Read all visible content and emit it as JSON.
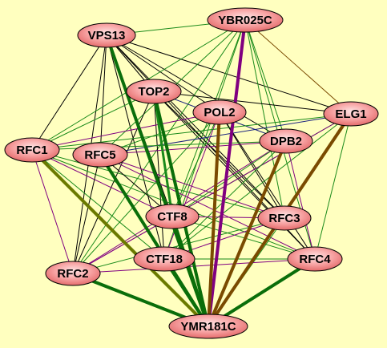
{
  "colors": {
    "background": "#ffffbf",
    "node_fill_center": "#ffe4e4",
    "node_fill_mid": "#f7a3a3",
    "node_fill_edge": "#e46b6b",
    "node_stroke": "#000000",
    "edge_black": "#000000",
    "edge_green": "#1a8a1a",
    "edge_dark_green": "#0a6e0a",
    "edge_purple": "#800080",
    "edge_navy": "#1a237e",
    "edge_brown": "#7a4a00",
    "edge_olive": "#6b7a00"
  },
  "nodes": [
    {
      "id": "VPS13",
      "label": "VPS13"
    },
    {
      "id": "YBR025C",
      "label": "YBR025C"
    },
    {
      "id": "TOP2",
      "label": "TOP2"
    },
    {
      "id": "POL2",
      "label": "POL2"
    },
    {
      "id": "ELG1",
      "label": "ELG1"
    },
    {
      "id": "RFC1",
      "label": "RFC1"
    },
    {
      "id": "RFC5",
      "label": "RFC5"
    },
    {
      "id": "DPB2",
      "label": "DPB2"
    },
    {
      "id": "CTF8",
      "label": "CTF8"
    },
    {
      "id": "RFC3",
      "label": "RFC3"
    },
    {
      "id": "CTF18",
      "label": "CTF18"
    },
    {
      "id": "RFC4",
      "label": "RFC4"
    },
    {
      "id": "RFC2",
      "label": "RFC2"
    },
    {
      "id": "YMR181C",
      "label": "YMR181C"
    }
  ],
  "edges": [
    {
      "s": "VPS13",
      "t": "RFC1",
      "c": "edge_black",
      "w": 1
    },
    {
      "s": "VPS13",
      "t": "RFC5",
      "c": "edge_black",
      "w": 1
    },
    {
      "s": "VPS13",
      "t": "RFC2",
      "c": "edge_black",
      "w": 1
    },
    {
      "s": "VPS13",
      "t": "CTF18",
      "c": "edge_black",
      "w": 1
    },
    {
      "s": "VPS13",
      "t": "CTF8",
      "c": "edge_black",
      "w": 1
    },
    {
      "s": "VPS13",
      "t": "YMR181C",
      "c": "edge_dark_green",
      "w": 4
    },
    {
      "s": "VPS13",
      "t": "RFC3",
      "c": "edge_black",
      "w": 1
    },
    {
      "s": "VPS13",
      "t": "RFC4",
      "c": "edge_black",
      "w": 1
    },
    {
      "s": "VPS13",
      "t": "DPB2",
      "c": "edge_black",
      "w": 1
    },
    {
      "s": "VPS13",
      "t": "ELG1",
      "c": "edge_black",
      "w": 1
    },
    {
      "s": "VPS13",
      "t": "POL2",
      "c": "edge_black",
      "w": 1
    },
    {
      "s": "VPS13",
      "t": "YBR025C",
      "c": "edge_green",
      "w": 1
    },
    {
      "s": "VPS13",
      "t": "TOP2",
      "c": "edge_black",
      "w": 1
    },
    {
      "s": "YBR025C",
      "t": "YMR181C",
      "c": "edge_purple",
      "w": 4
    },
    {
      "s": "YBR025C",
      "t": "RFC2",
      "c": "edge_green",
      "w": 1
    },
    {
      "s": "YBR025C",
      "t": "RFC1",
      "c": "edge_green",
      "w": 1
    },
    {
      "s": "YBR025C",
      "t": "CTF8",
      "c": "edge_green",
      "w": 1
    },
    {
      "s": "YBR025C",
      "t": "CTF18",
      "c": "edge_green",
      "w": 1
    },
    {
      "s": "YBR025C",
      "t": "RFC3",
      "c": "edge_green",
      "w": 1
    },
    {
      "s": "YBR025C",
      "t": "RFC4",
      "c": "edge_green",
      "w": 1
    },
    {
      "s": "YBR025C",
      "t": "DPB2",
      "c": "edge_green",
      "w": 1
    },
    {
      "s": "YBR025C",
      "t": "ELG1",
      "c": "edge_brown",
      "w": 1
    },
    {
      "s": "YBR025C",
      "t": "RFC5",
      "c": "edge_green",
      "w": 1
    },
    {
      "s": "TOP2",
      "t": "YMR181C",
      "c": "edge_dark_green",
      "w": 4
    },
    {
      "s": "TOP2",
      "t": "CTF8",
      "c": "edge_green",
      "w": 3
    },
    {
      "s": "TOP2",
      "t": "RFC2",
      "c": "edge_black",
      "w": 1
    },
    {
      "s": "TOP2",
      "t": "CTF18",
      "c": "edge_black",
      "w": 1
    },
    {
      "s": "TOP2",
      "t": "RFC1",
      "c": "edge_green",
      "w": 1
    },
    {
      "s": "TOP2",
      "t": "RFC3",
      "c": "edge_black",
      "w": 1
    },
    {
      "s": "TOP2",
      "t": "RFC4",
      "c": "edge_black",
      "w": 1
    },
    {
      "s": "TOP2",
      "t": "ELG1",
      "c": "edge_black",
      "w": 1
    },
    {
      "s": "TOP2",
      "t": "DPB2",
      "c": "edge_navy",
      "w": 1
    },
    {
      "s": "POL2",
      "t": "YMR181C",
      "c": "edge_brown",
      "w": 4
    },
    {
      "s": "POL2",
      "t": "RFC2",
      "c": "edge_green",
      "w": 1
    },
    {
      "s": "POL2",
      "t": "RFC1",
      "c": "edge_purple",
      "w": 1
    },
    {
      "s": "POL2",
      "t": "RFC5",
      "c": "edge_green",
      "w": 1
    },
    {
      "s": "POL2",
      "t": "RFC3",
      "c": "edge_black",
      "w": 1
    },
    {
      "s": "POL2",
      "t": "RFC4",
      "c": "edge_black",
      "w": 1
    },
    {
      "s": "POL2",
      "t": "CTF18",
      "c": "edge_purple",
      "w": 1
    },
    {
      "s": "POL2",
      "t": "CTF8",
      "c": "edge_green",
      "w": 1
    },
    {
      "s": "ELG1",
      "t": "YMR181C",
      "c": "edge_brown",
      "w": 4
    },
    {
      "s": "ELG1",
      "t": "RFC4",
      "c": "edge_green",
      "w": 1
    },
    {
      "s": "ELG1",
      "t": "RFC5",
      "c": "edge_navy",
      "w": 1
    },
    {
      "s": "ELG1",
      "t": "RFC1",
      "c": "edge_green",
      "w": 1
    },
    {
      "s": "ELG1",
      "t": "CTF8",
      "c": "edge_green",
      "w": 1
    },
    {
      "s": "ELG1",
      "t": "CTF18",
      "c": "edge_green",
      "w": 1
    },
    {
      "s": "ELG1",
      "t": "RFC2",
      "c": "edge_purple",
      "w": 1
    },
    {
      "s": "DPB2",
      "t": "YMR181C",
      "c": "edge_brown",
      "w": 4
    },
    {
      "s": "DPB2",
      "t": "RFC1",
      "c": "edge_green",
      "w": 1
    },
    {
      "s": "DPB2",
      "t": "RFC5",
      "c": "edge_purple",
      "w": 1
    },
    {
      "s": "DPB2",
      "t": "RFC2",
      "c": "edge_purple",
      "w": 1
    },
    {
      "s": "DPB2",
      "t": "CTF18",
      "c": "edge_green",
      "w": 1
    },
    {
      "s": "DPB2",
      "t": "CTF8",
      "c": "edge_green",
      "w": 1
    },
    {
      "s": "DPB2",
      "t": "RFC4",
      "c": "edge_purple",
      "w": 1
    },
    {
      "s": "RFC1",
      "t": "YMR181C",
      "c": "edge_olive",
      "w": 4
    },
    {
      "s": "RFC1",
      "t": "RFC2",
      "c": "edge_purple",
      "w": 1
    },
    {
      "s": "RFC1",
      "t": "CTF8",
      "c": "edge_purple",
      "w": 1
    },
    {
      "s": "RFC1",
      "t": "CTF18",
      "c": "edge_green",
      "w": 1
    },
    {
      "s": "RFC1",
      "t": "RFC3",
      "c": "edge_green",
      "w": 1
    },
    {
      "s": "RFC1",
      "t": "RFC4",
      "c": "edge_green",
      "w": 1
    },
    {
      "s": "RFC5",
      "t": "YMR181C",
      "c": "edge_dark_green",
      "w": 4
    },
    {
      "s": "RFC5",
      "t": "RFC2",
      "c": "edge_black",
      "w": 1
    },
    {
      "s": "RFC5",
      "t": "CTF8",
      "c": "edge_black",
      "w": 1
    },
    {
      "s": "RFC5",
      "t": "CTF18",
      "c": "edge_black",
      "w": 1
    },
    {
      "s": "RFC5",
      "t": "RFC3",
      "c": "edge_purple",
      "w": 1
    },
    {
      "s": "RFC5",
      "t": "RFC4",
      "c": "edge_purple",
      "w": 1
    },
    {
      "s": "CTF8",
      "t": "YMR181C",
      "c": "edge_dark_green",
      "w": 4
    },
    {
      "s": "CTF8",
      "t": "RFC2",
      "c": "edge_purple",
      "w": 1
    },
    {
      "s": "CTF8",
      "t": "RFC4",
      "c": "edge_green",
      "w": 1
    },
    {
      "s": "CTF8",
      "t": "RFC3",
      "c": "edge_purple",
      "w": 1
    },
    {
      "s": "RFC3",
      "t": "RFC2",
      "c": "edge_green",
      "w": 1
    },
    {
      "s": "RFC3",
      "t": "CTF18",
      "c": "edge_purple",
      "w": 1
    },
    {
      "s": "RFC3",
      "t": "YMR181C",
      "c": "edge_green",
      "w": 1
    },
    {
      "s": "CTF18",
      "t": "YMR181C",
      "c": "edge_dark_green",
      "w": 4
    },
    {
      "s": "CTF18",
      "t": "RFC4",
      "c": "edge_green",
      "w": 1
    },
    {
      "s": "RFC2",
      "t": "YMR181C",
      "c": "edge_dark_green",
      "w": 4
    },
    {
      "s": "RFC2",
      "t": "RFC4",
      "c": "edge_purple",
      "w": 1
    },
    {
      "s": "RFC4",
      "t": "YMR181C",
      "c": "edge_dark_green",
      "w": 4
    }
  ]
}
